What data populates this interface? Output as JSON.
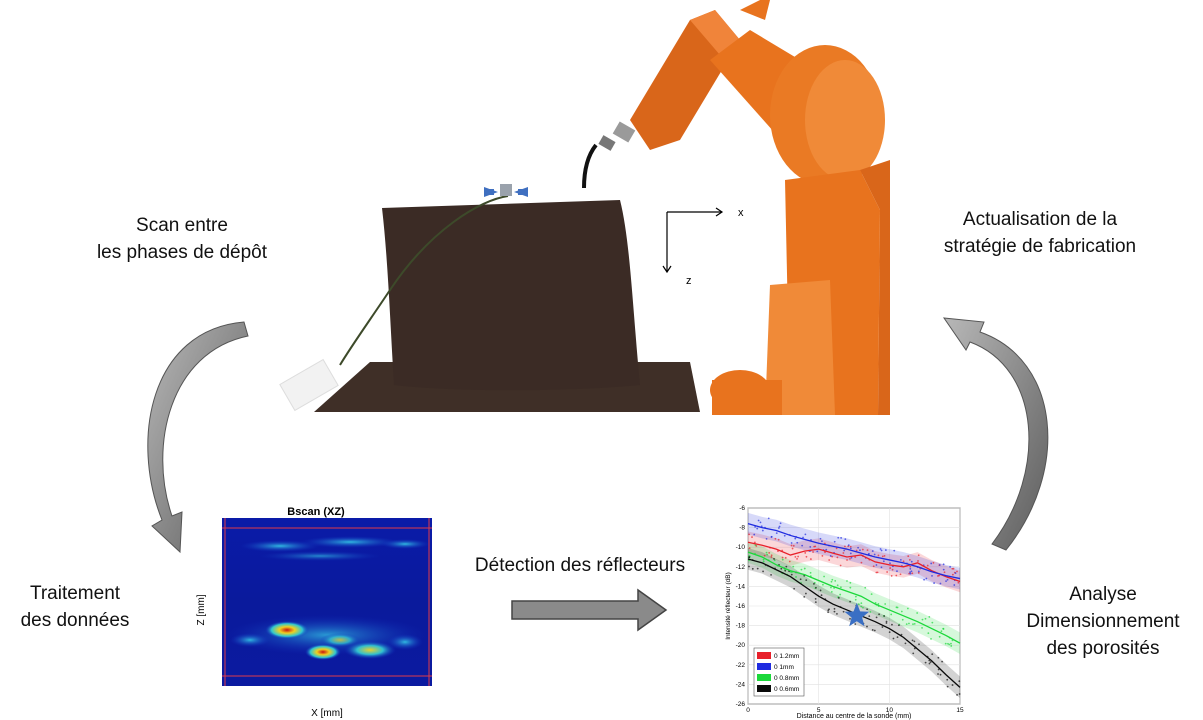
{
  "labels": {
    "scan_line1": "Scan entre",
    "scan_line2": "les phases de dépôt",
    "update_line1": "Actualisation de la",
    "update_line2": "stratégie de fabrication",
    "processing_line1": "Traitement",
    "processing_line2": "des données",
    "detection": "Détection des réflecteurs",
    "analysis_line1": "Analyse",
    "analysis_line2": "Dimensionnement",
    "analysis_line3": "des porosités"
  },
  "scene": {
    "axis_x": "x",
    "axis_z": "z"
  },
  "bscan": {
    "title": "Bscan (XZ)",
    "xlabel": "X [mm]",
    "ylabel": "Z [mm]"
  },
  "colors": {
    "robot": "#e8731e",
    "part": "#3b2b25",
    "arrow": "#7a7a7a"
  },
  "chart_data": {
    "type": "line",
    "xlabel": "Distance au centre de la sonde (mm)",
    "ylabel": "Intensité réflecteur (dB)",
    "xlim": [
      0,
      15
    ],
    "ylim": [
      -26,
      -6
    ],
    "xticks": [
      "0",
      "5",
      "10",
      "15"
    ],
    "yticks": [
      "-6",
      "-8",
      "-10",
      "-12",
      "-14",
      "-16",
      "-18",
      "-20",
      "-22",
      "-24",
      "-26"
    ],
    "legend": "bottom-left",
    "series": [
      {
        "name": "0 1.2mm",
        "color": "#e8202a",
        "x": [
          0,
          1,
          2,
          3,
          4,
          5,
          6,
          7,
          8,
          9,
          10,
          11,
          12,
          13,
          14,
          15
        ],
        "y": [
          -9.5,
          -9.8,
          -10.2,
          -10.8,
          -10.4,
          -10.2,
          -10.6,
          -11.0,
          -10.8,
          -11.5,
          -11.8,
          -12.0,
          -11.6,
          -12.4,
          -13.0,
          -13.5
        ]
      },
      {
        "name": "0 1mm",
        "color": "#1f2be0",
        "x": [
          0,
          1,
          2,
          3,
          4,
          5,
          6,
          7,
          8,
          9,
          10,
          11,
          12,
          13,
          14,
          15
        ],
        "y": [
          -7.6,
          -8.0,
          -8.3,
          -8.8,
          -9.2,
          -9.6,
          -9.9,
          -10.2,
          -10.6,
          -11.0,
          -11.3,
          -11.6,
          -12.0,
          -12.5,
          -12.9,
          -13.2
        ]
      },
      {
        "name": "0 0.8mm",
        "color": "#1bd83a",
        "x": [
          0,
          1,
          2,
          3,
          4,
          5,
          6,
          7,
          8,
          9,
          10,
          11,
          12,
          13,
          14,
          15
        ],
        "y": [
          -10.5,
          -11.0,
          -11.8,
          -12.4,
          -12.8,
          -13.4,
          -14.0,
          -14.5,
          -15.0,
          -15.8,
          -16.4,
          -17.0,
          -17.6,
          -18.3,
          -19.0,
          -19.8
        ]
      },
      {
        "name": "0 0.6mm",
        "color": "#0a0a0a",
        "x": [
          0,
          1,
          2,
          3,
          4,
          5,
          6,
          7,
          8,
          9,
          10,
          11,
          12,
          13,
          14,
          15
        ],
        "y": [
          -11.2,
          -11.6,
          -12.3,
          -13.0,
          -14.0,
          -15.0,
          -15.8,
          -16.4,
          -17.0,
          -17.6,
          -18.3,
          -19.2,
          -20.4,
          -21.6,
          -23.0,
          -24.3
        ]
      }
    ],
    "marker": {
      "x": 7.7,
      "y": -17.0,
      "color": "#3a6fc4"
    }
  }
}
